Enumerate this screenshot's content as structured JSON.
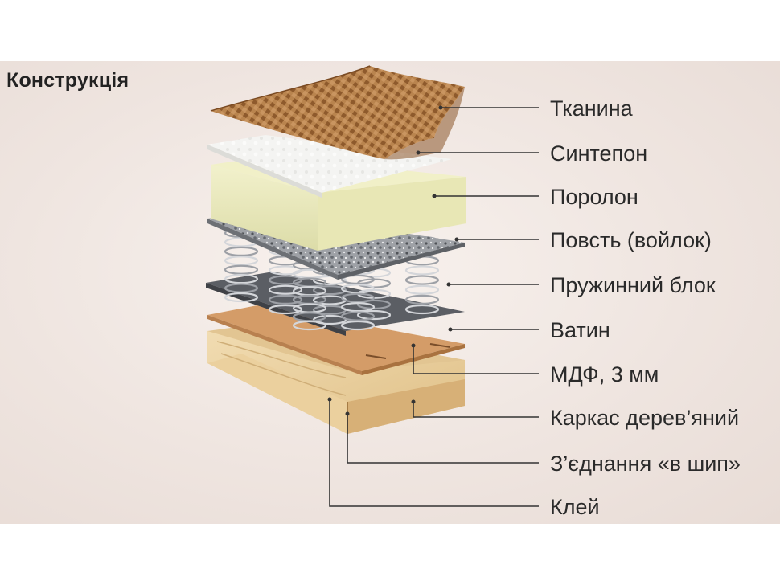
{
  "title": "Конструкція",
  "layers": [
    {
      "label": "Тканина"
    },
    {
      "label": "Синтепон"
    },
    {
      "label": "Поролон"
    },
    {
      "label": "Повсть (войлок)"
    },
    {
      "label": "Пружинний блок"
    },
    {
      "label": "Ватин"
    },
    {
      "label": "МДФ, 3 мм"
    },
    {
      "label": "Каркас дерев’яний"
    },
    {
      "label": "З’єднання «в шип»"
    },
    {
      "label": "Клей"
    }
  ],
  "colors": {
    "fabric": "#b07a45",
    "sintepon": "#f3f3f1",
    "foam": "#efefc4",
    "felt": "#8a8d93",
    "spring": "#b9bcc2",
    "vatin": "#5a5d63",
    "mdf": "#d29a66",
    "frame": "#ecd3a4",
    "leader": "#333333"
  }
}
